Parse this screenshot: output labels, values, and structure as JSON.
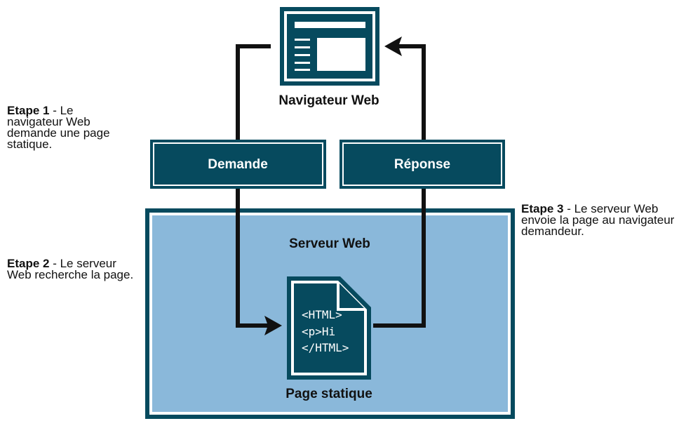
{
  "browser": {
    "label": "Navigateur Web"
  },
  "request_box": {
    "label": "Demande"
  },
  "response_box": {
    "label": "Réponse"
  },
  "server": {
    "label": "Serveur Web"
  },
  "page": {
    "label": "Page statique",
    "code_lines": [
      "<HTML>",
      "<p>Hi",
      "</HTML>"
    ]
  },
  "steps": [
    {
      "title": "Etape 1",
      "text": " - Le navigateur Web demande une page statique."
    },
    {
      "title": "Etape 2",
      "text": " - Le serveur Web recherche la page."
    },
    {
      "title": "Etape 3",
      "text": " - Le serveur Web envoie la page au navigateur demandeur."
    }
  ],
  "colors": {
    "dark_teal": "#064a5e",
    "server_fill": "#8ab8da",
    "arrow": "#111111"
  }
}
